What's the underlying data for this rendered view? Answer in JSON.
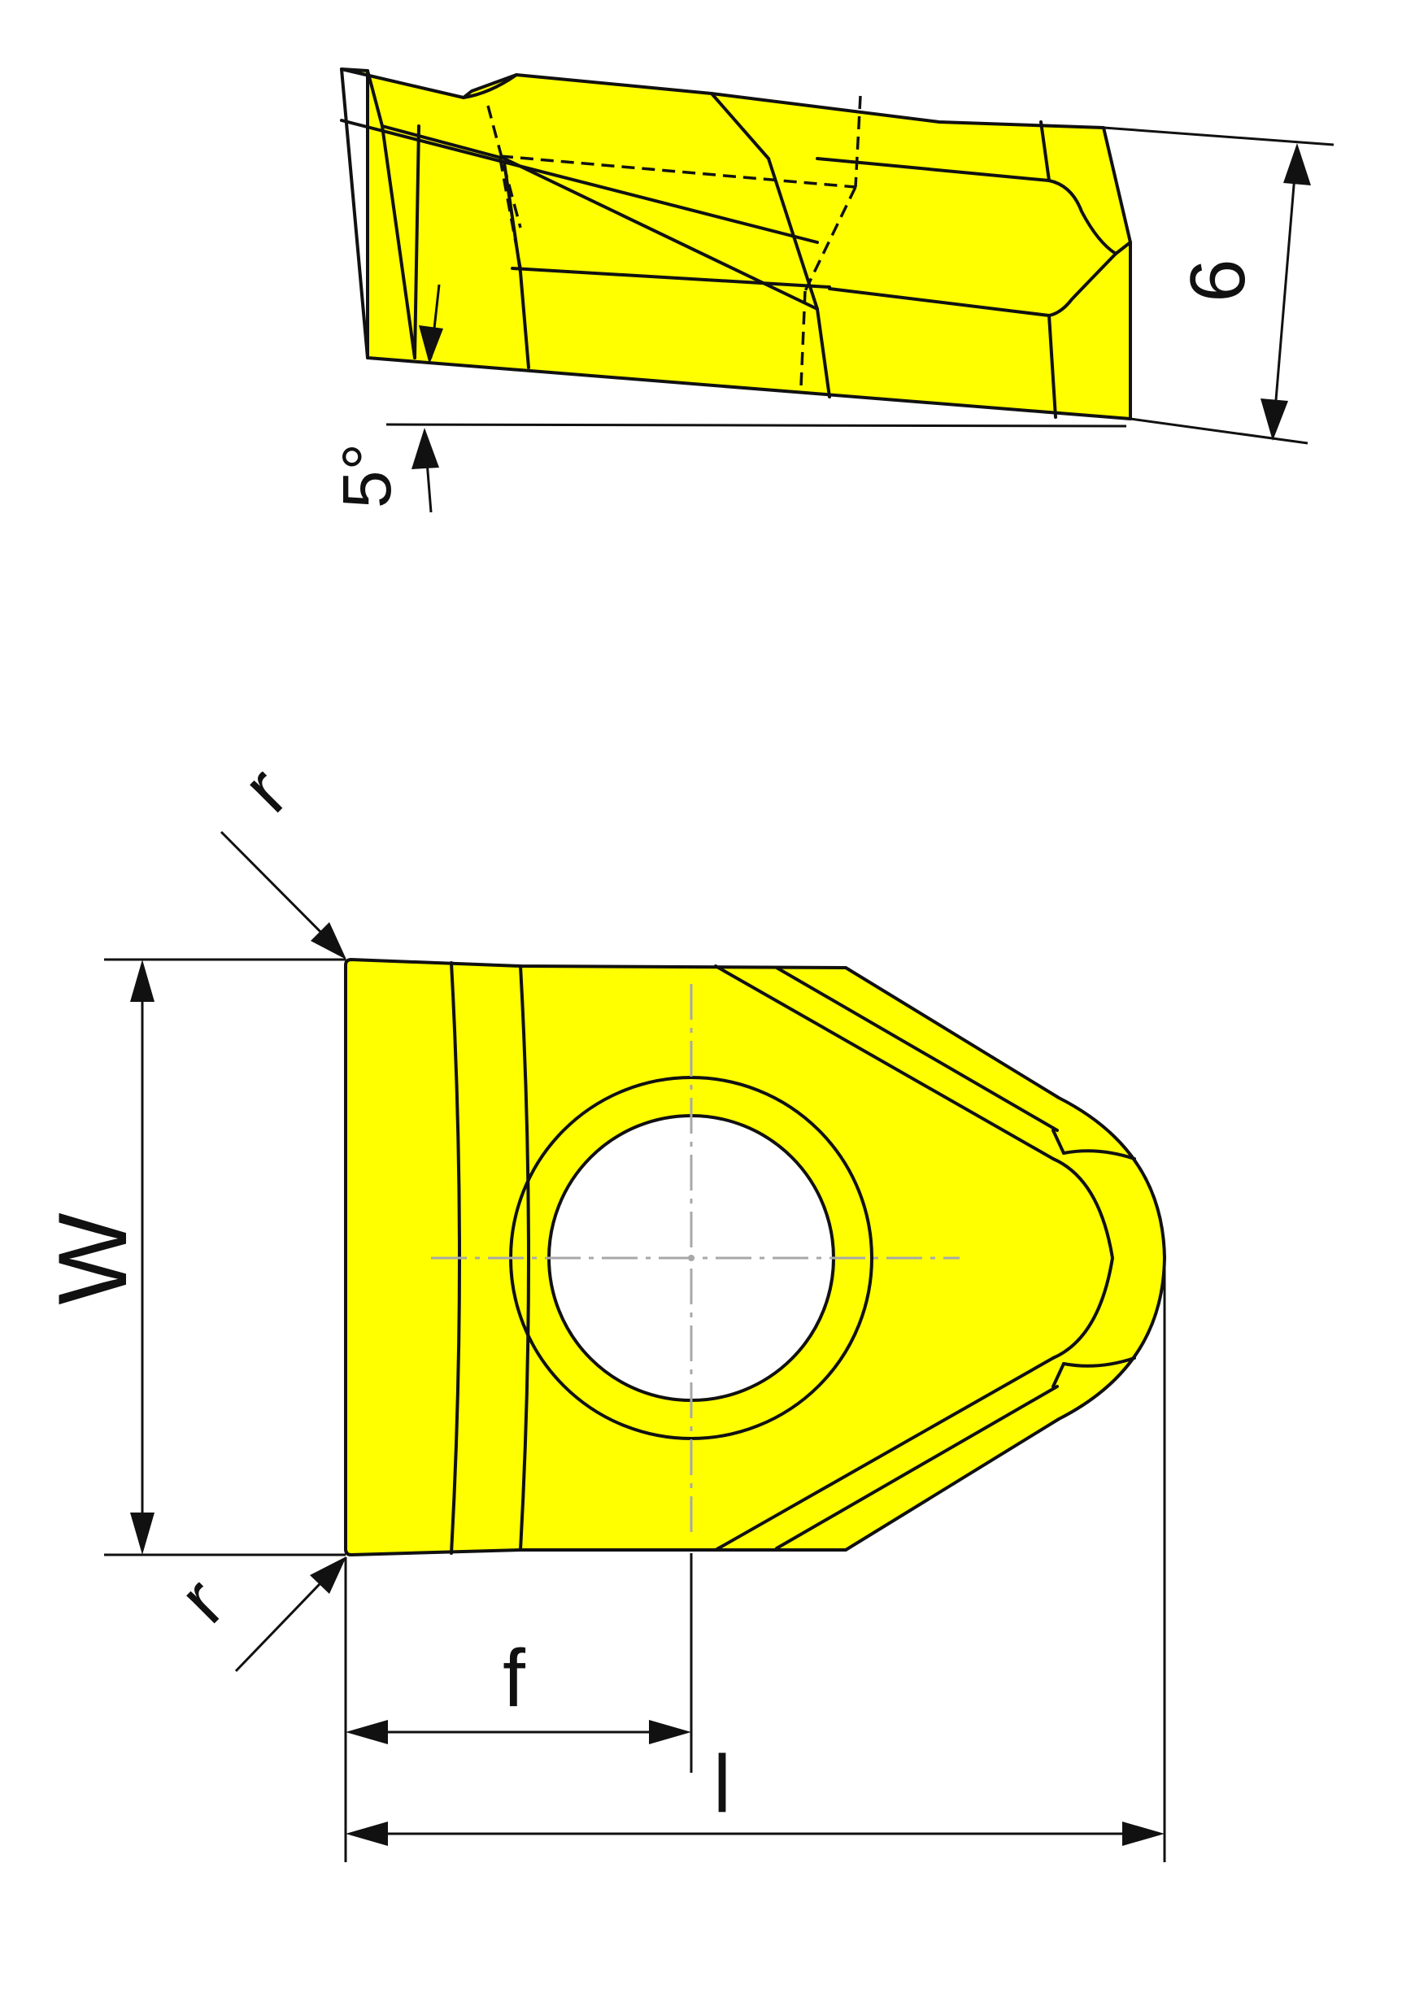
{
  "colors": {
    "insert_fill": "#ffff00",
    "outline": "#111111",
    "centerline": "#a8a8a8",
    "background": "#ffffff"
  },
  "side_view": {
    "thickness_label": "6",
    "angle_label": "5°"
  },
  "top_view": {
    "width_label": "W",
    "corner_radius_label_top": "r",
    "corner_radius_label_bottom": "r",
    "hole_position_label": "f",
    "length_label": "l"
  }
}
